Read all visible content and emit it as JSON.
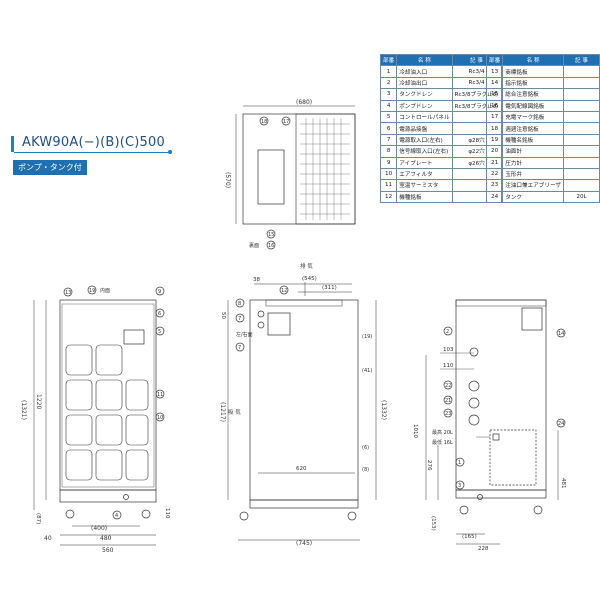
{
  "title": "AKW90A(−)(B)(C)500",
  "subtitle": "ポンプ・タンク付",
  "table_headers": {
    "no": "部番",
    "name": "名 称",
    "note": "記 事"
  },
  "parts_left": [
    {
      "no": "1",
      "name": "冷却油入口",
      "note": "Rc3/4"
    },
    {
      "no": "2",
      "name": "冷却油出口",
      "note": "Rc3/4"
    },
    {
      "no": "3",
      "name": "タンクドレン",
      "note": "Rc3/8プラグ止め"
    },
    {
      "no": "4",
      "name": "ポンプドレン",
      "note": "Rc3/8プラグ止め"
    },
    {
      "no": "5",
      "name": "コントロールパネル",
      "note": ""
    },
    {
      "no": "6",
      "name": "電源品接盤",
      "note": ""
    },
    {
      "no": "7",
      "name": "電源取入口(左右)",
      "note": "φ28穴"
    },
    {
      "no": "8",
      "name": "信号線取入口(左右)",
      "note": "φ22穴"
    },
    {
      "no": "9",
      "name": "アイプレート",
      "note": "φ26穴"
    },
    {
      "no": "10",
      "name": "エアフィルタ",
      "note": ""
    },
    {
      "no": "11",
      "name": "室温サーミスタ",
      "note": ""
    },
    {
      "no": "12",
      "name": "機種銘板",
      "note": ""
    }
  ],
  "parts_right": [
    {
      "no": "13",
      "name": "商標銘板",
      "note": ""
    },
    {
      "no": "14",
      "name": "指示銘板",
      "note": ""
    },
    {
      "no": "15",
      "name": "総合注意銘板",
      "note": ""
    },
    {
      "no": "16",
      "name": "電気配線図銘板",
      "note": ""
    },
    {
      "no": "17",
      "name": "充電マーク銘板",
      "note": ""
    },
    {
      "no": "18",
      "name": "週週注意銘板",
      "note": ""
    },
    {
      "no": "19",
      "name": "機種名銘板",
      "note": ""
    },
    {
      "no": "20",
      "name": "油面計",
      "note": ""
    },
    {
      "no": "21",
      "name": "圧力計",
      "note": ""
    },
    {
      "no": "22",
      "name": "玉形弁",
      "note": ""
    },
    {
      "no": "23",
      "name": "注油口兼エアブリーザ",
      "note": ""
    },
    {
      "no": "24",
      "name": "タンク",
      "note": "20L"
    }
  ],
  "dims_top": {
    "width": "(680)",
    "depth": "(570)",
    "back": "裏面"
  },
  "dims_front": {
    "w560": "560",
    "w480": "480",
    "w400": "(400)",
    "w40": "40",
    "h1220": "1220",
    "h1321": "(1321)",
    "h110": "110",
    "h87": "(87)",
    "inner": "内面"
  },
  "dims_side": {
    "d745": "(745)",
    "d620": "620",
    "d545": "(545)",
    "d311": "(311)",
    "d38": "38",
    "d50": "50",
    "h1217": "(1217)",
    "h1332": "(1332)",
    "d19": "(19)",
    "d41": "(41)",
    "d6": "(6)",
    "d8": "(8)",
    "exhaust": "排 気",
    "intake": "吸 気",
    "left_right": "左/右面"
  },
  "dims_rear": {
    "d103": "103",
    "d110": "110",
    "d276": "276",
    "d1010": "1010",
    "d481": "481",
    "d153": "(153)",
    "d165": "(165)",
    "d228": "228",
    "max": "最高 20L",
    "min": "最低 16L"
  }
}
